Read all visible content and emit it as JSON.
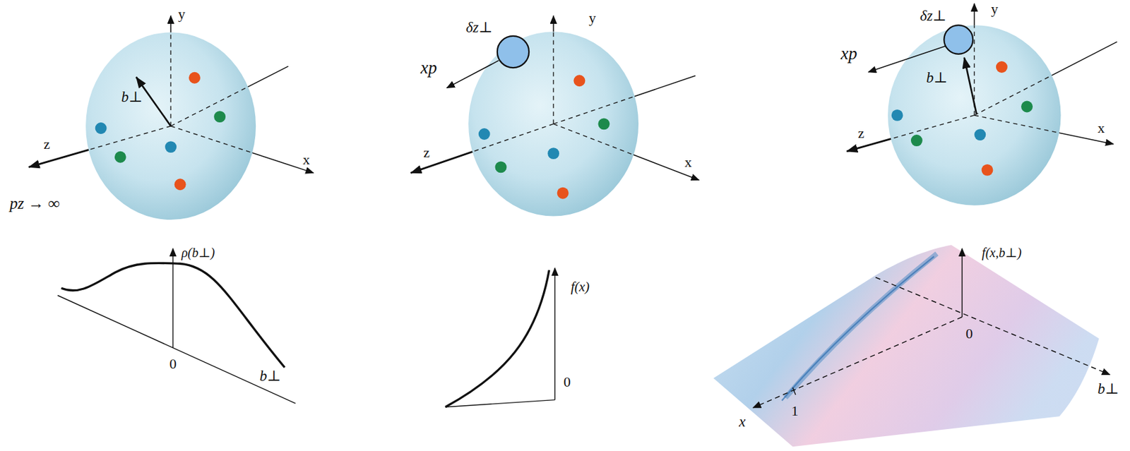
{
  "diagram": {
    "labels": [
      "y",
      "b⊥",
      "z",
      "x",
      "pz → ∞",
      "y",
      "δz⊥",
      "xp",
      "z",
      "x",
      "y",
      "δz⊥",
      "xp",
      "b⊥",
      "z",
      "x",
      "ρ(b⊥)",
      "0",
      "b⊥",
      "f(x)",
      "0",
      "f(x,b⊥)",
      "0",
      "b⊥",
      "x",
      "1"
    ]
  }
}
